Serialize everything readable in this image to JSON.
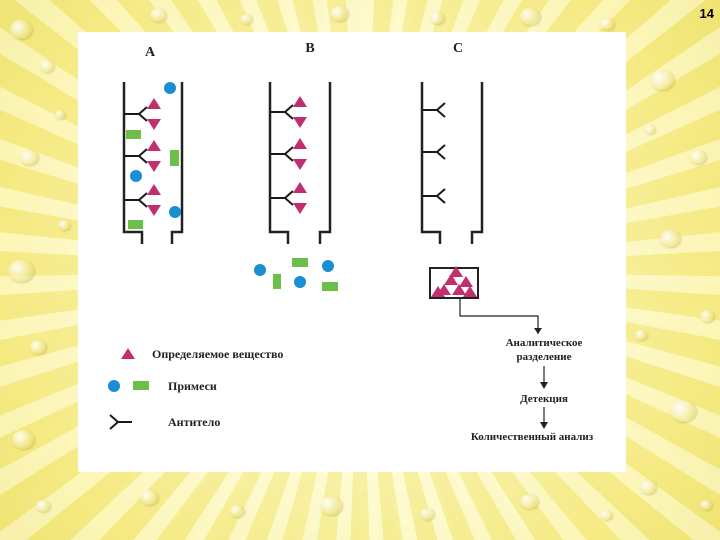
{
  "page": {
    "number": "14"
  },
  "diagram": {
    "columns": [
      {
        "label": "A"
      },
      {
        "label": "B"
      },
      {
        "label": "C"
      }
    ],
    "legend": {
      "analyte": "Определяемое вещество",
      "impurities": "Примеси",
      "antibody": "Антитело"
    },
    "flow": {
      "step1_line1": "Аналитическое",
      "step1_line2": "разделение",
      "step2": "Детекция",
      "step3": "Количественный анализ"
    },
    "colors": {
      "analyte": "#c0306e",
      "impurity_circle": "#1a8ed2",
      "impurity_rect": "#6cc04a",
      "antibody": "#1a1a1a"
    }
  }
}
